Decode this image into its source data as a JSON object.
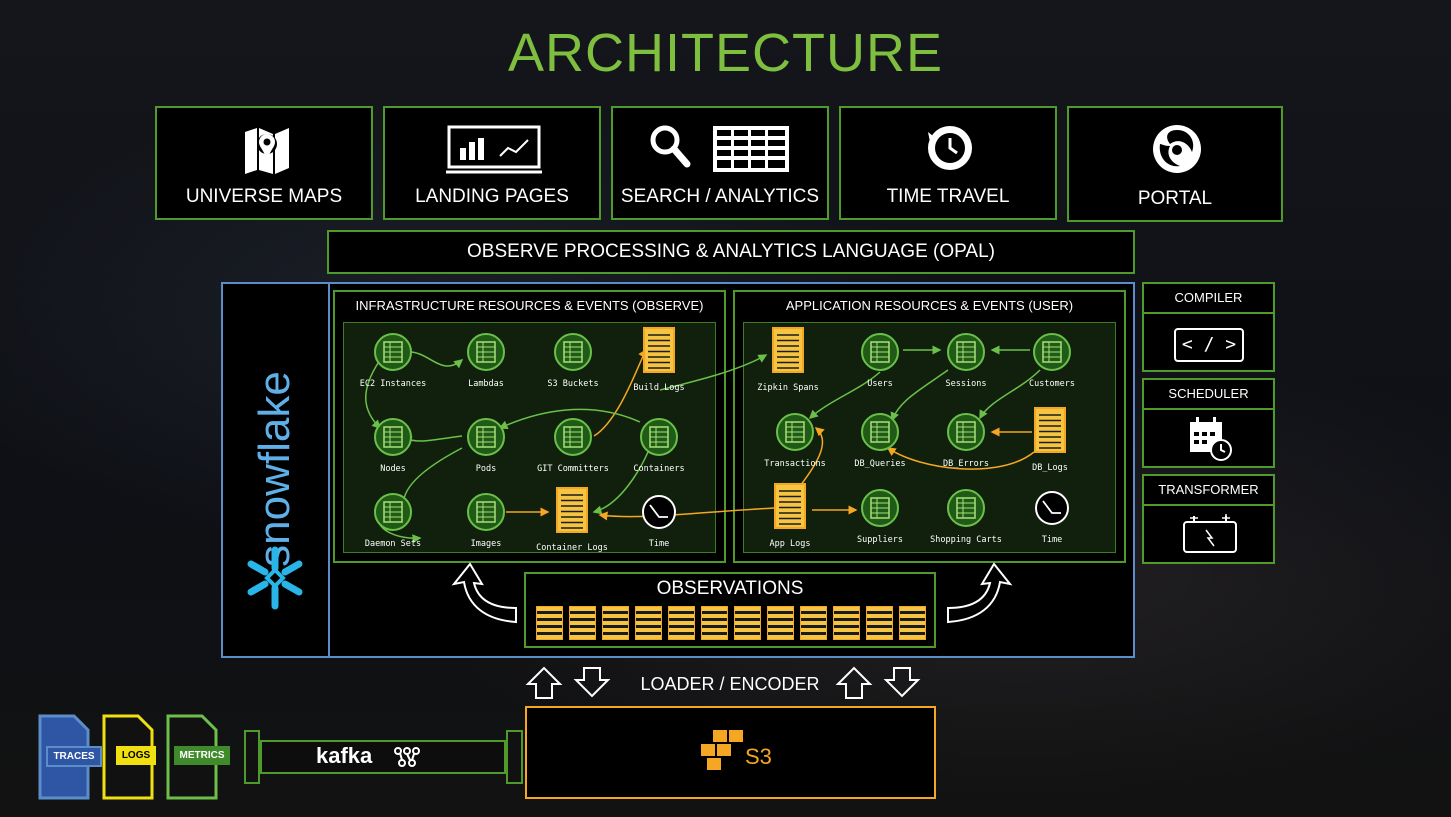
{
  "title": "ARCHITECTURE",
  "tiles": [
    {
      "label": "UNIVERSE MAPS",
      "icon": "map-pin-icon"
    },
    {
      "label": "LANDING PAGES",
      "icon": "dashboard-chart-icon"
    },
    {
      "label": "SEARCH / ANALYTICS",
      "icon": "search-table-icon"
    },
    {
      "label": "TIME TRAVEL",
      "icon": "history-clock-icon"
    },
    {
      "label": "PORTAL",
      "icon": "portal-swirl-icon"
    }
  ],
  "opal": "OBSERVE PROCESSING & ANALYTICS LANGUAGE (OPAL)",
  "warehouse": "snowflake",
  "infra": {
    "header": "INFRASTRUCTURE RESOURCES & EVENTS (OBSERVE)",
    "nodes": [
      "EC2 Instances",
      "Lambdas",
      "S3 Buckets",
      "Build Logs",
      "Nodes",
      "Pods",
      "GIT Committers",
      "Containers",
      "Daemon Sets",
      "Images",
      "Container Logs",
      "Time"
    ]
  },
  "app": {
    "header": "APPLICATION RESOURCES & EVENTS (USER)",
    "nodes": [
      "Zipkin Spans",
      "Users",
      "Sessions",
      "Customers",
      "Transactions",
      "DB_Queries",
      "DB_Errors",
      "DB_Logs",
      "App Logs",
      "Suppliers",
      "Shopping Carts",
      "Time"
    ]
  },
  "observations": "OBSERVATIONS",
  "side": {
    "compiler": "COMPILER",
    "compiler_glyph": "< / >",
    "scheduler": "SCHEDULER",
    "transformer": "TRANSFORMER"
  },
  "loader": "LOADER / ENCODER",
  "s3": "S3",
  "kafka": "kafka",
  "sources": [
    "TRACES",
    "LOGS",
    "METRICS"
  ],
  "colors": {
    "accent_green": "#7fbf3f",
    "border_green": "#4e9a2a",
    "orange": "#f5a623",
    "blue": "#5b8ec9",
    "yellow": "#f0e010"
  }
}
